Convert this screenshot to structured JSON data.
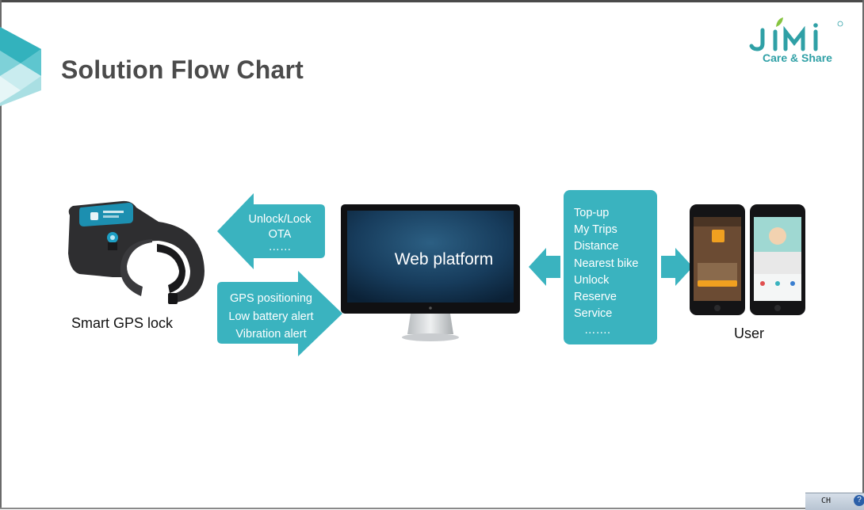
{
  "slide": {
    "title": "Solution Flow Chart",
    "logo": {
      "brand": "JIMI",
      "tagline": "Care & Share"
    }
  },
  "diagram": {
    "device": {
      "caption": "Smart GPS lock",
      "icon": "gps-lock-device"
    },
    "platform": {
      "label": "Web platform",
      "icon": "desktop-monitor"
    },
    "user": {
      "caption": "User",
      "icon": "smartphones"
    },
    "to_device_commands": {
      "lines": [
        "Unlock/Lock",
        "OTA",
        "……"
      ]
    },
    "to_platform_reports": {
      "lines": [
        "GPS positioning",
        "Low battery alert",
        "Vibration alert"
      ]
    },
    "user_features": {
      "lines": [
        "Top-up",
        "My Trips",
        "Distance",
        "Nearest bike",
        "Unlock",
        "Reserve",
        "Service",
        "……."
      ]
    },
    "colors": {
      "accent": "#3ab3bf",
      "title": "#4b4b4b",
      "logo": "#2fa0a6"
    }
  },
  "taskbar": {
    "lang": "CH"
  }
}
